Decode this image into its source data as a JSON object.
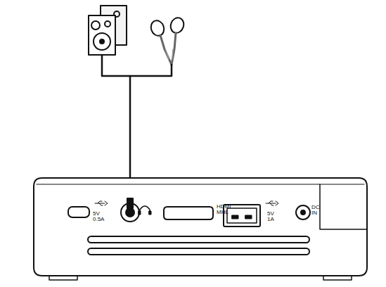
{
  "diagram": {
    "labels": [
      "5V 0.5A",
      "HDMI MHL",
      "5V 1A",
      "DC IN"
    ]
  }
}
